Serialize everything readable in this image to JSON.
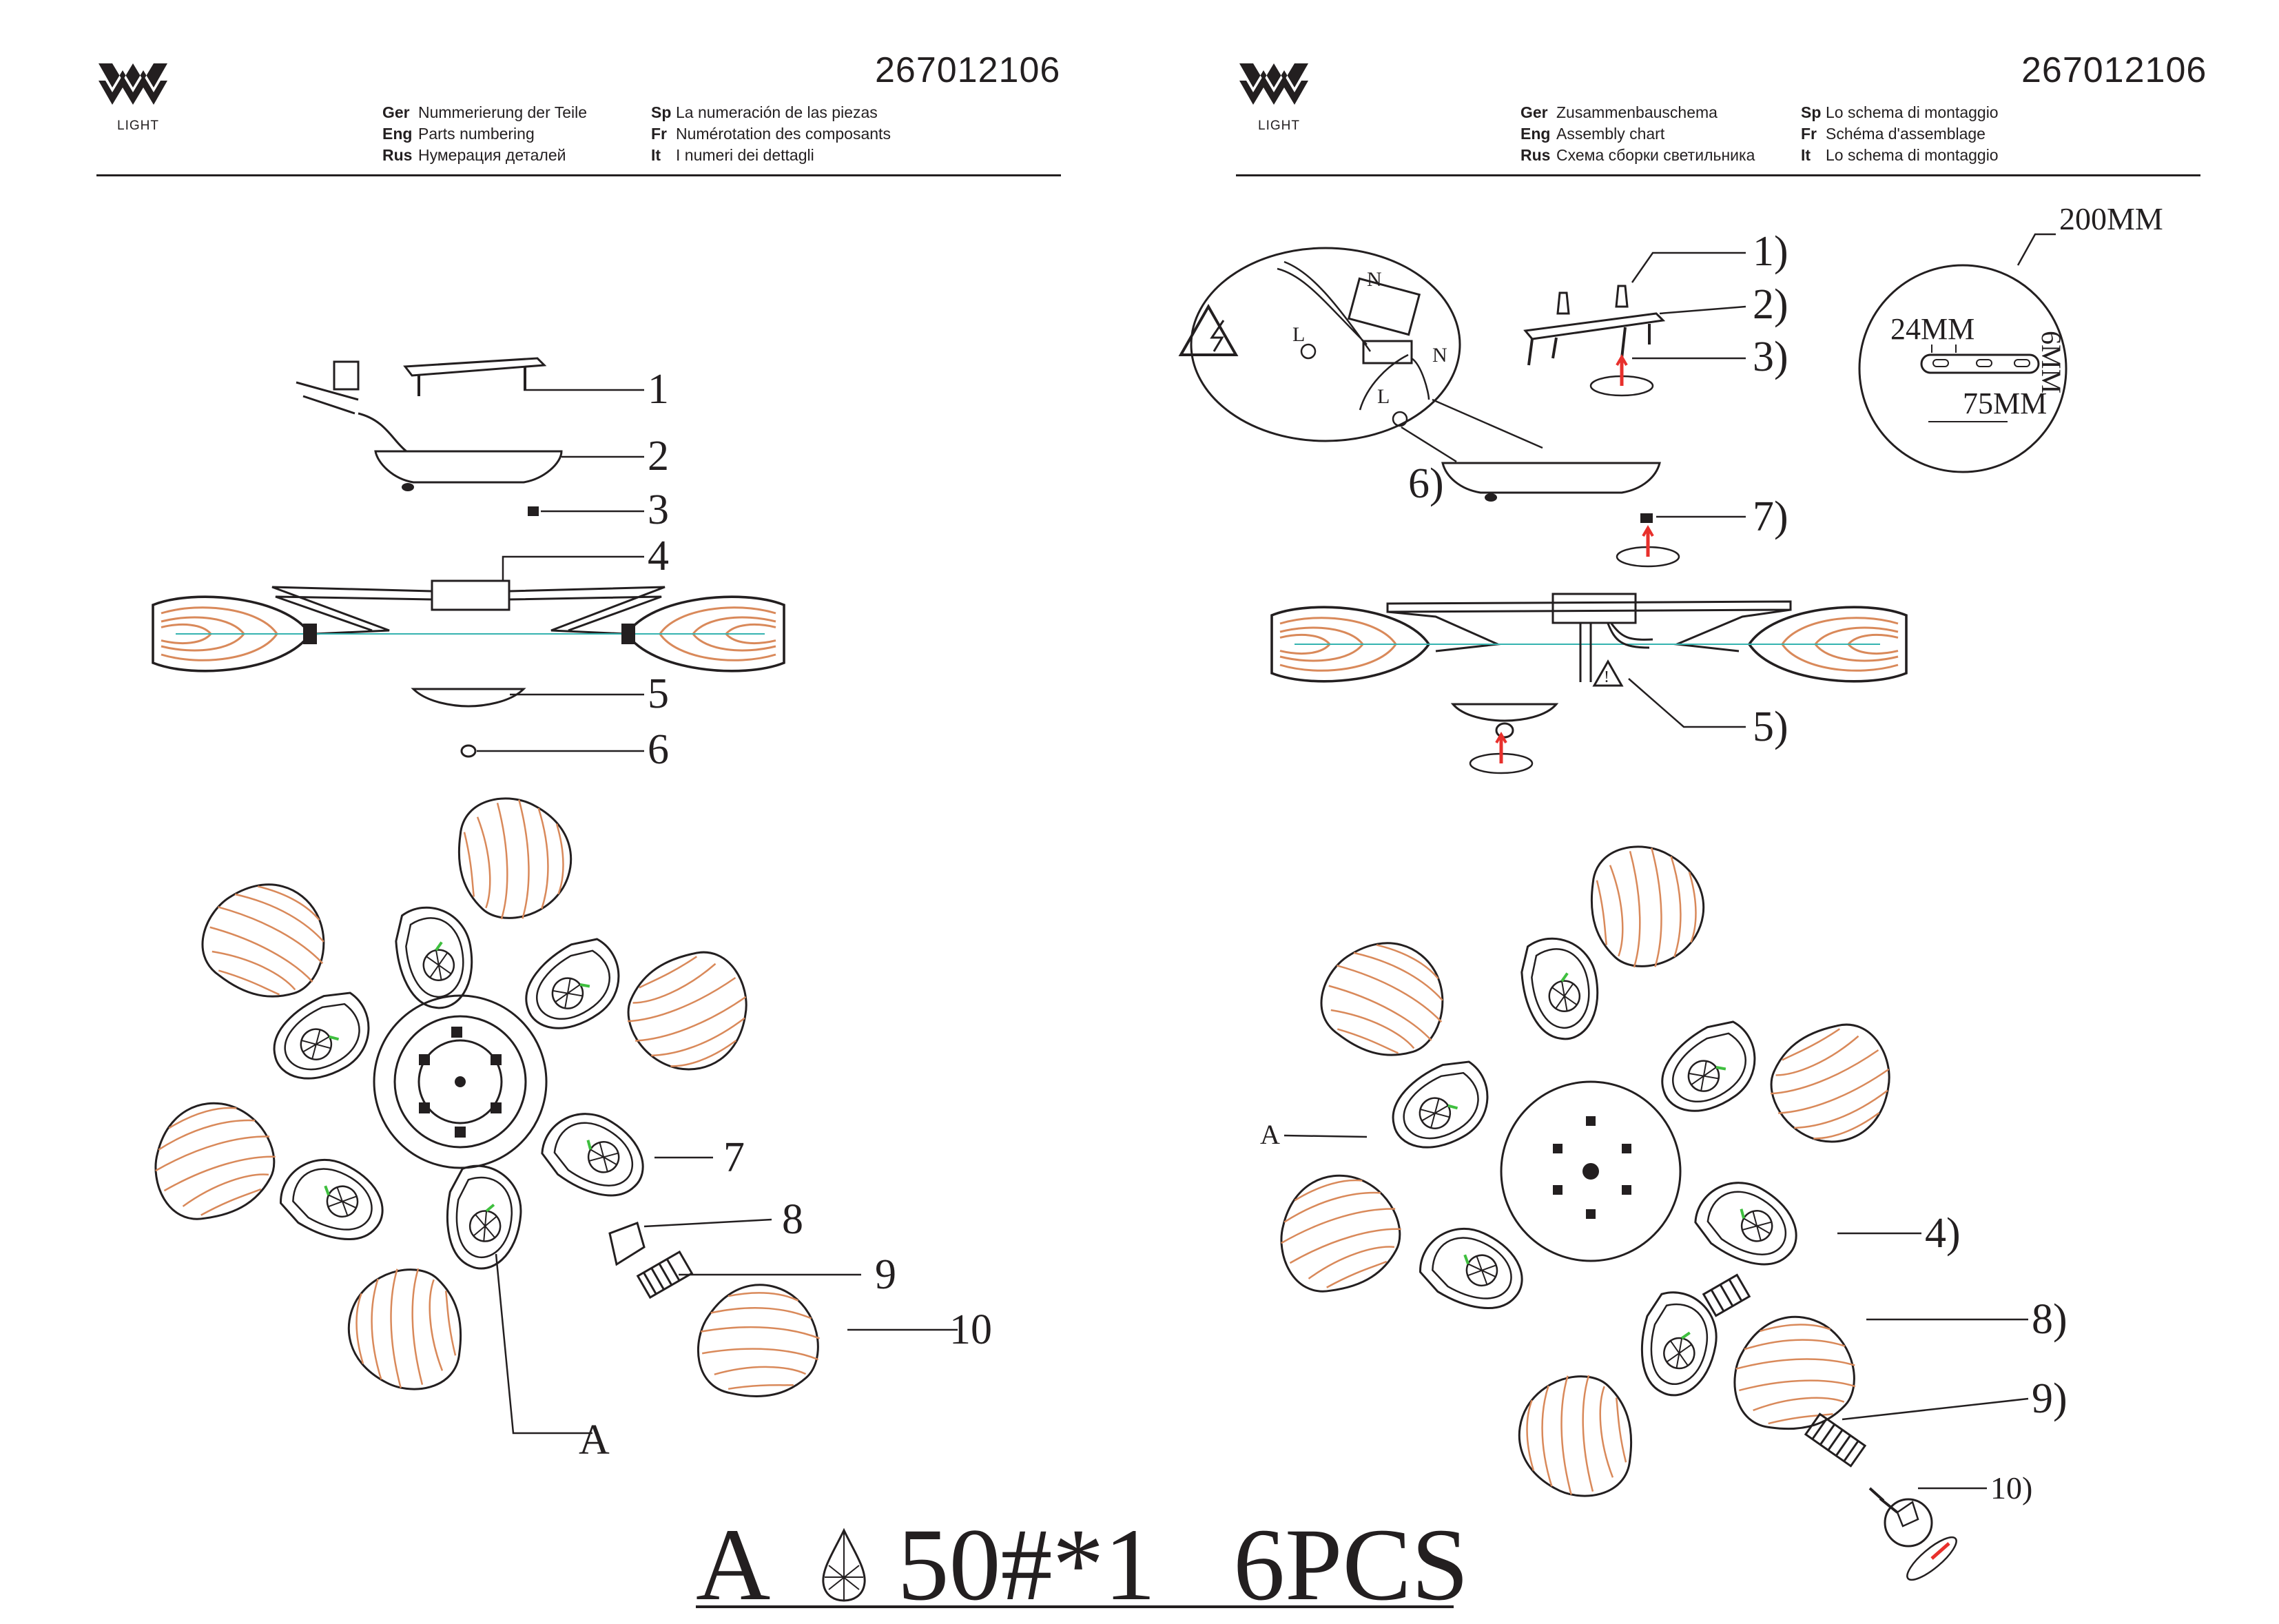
{
  "brand": {
    "logo_text": "LIGHT"
  },
  "left_page": {
    "article_code": "267012106",
    "languages": [
      {
        "code": "Ger",
        "text": "Nummerierung der Teile"
      },
      {
        "code": "Eng",
        "text": "Parts numbering"
      },
      {
        "code": "Rus",
        "text": "Нумерация деталей"
      },
      {
        "code": "Sp",
        "text": "La numeración de las piezas"
      },
      {
        "code": "Fr",
        "text": "Numérotation des composants"
      },
      {
        "code": "It",
        "text": "I numeri dei dettagli"
      }
    ],
    "part_labels": [
      "1",
      "2",
      "3",
      "4",
      "5",
      "6",
      "7",
      "8",
      "9",
      "10",
      "A"
    ]
  },
  "right_page": {
    "article_code": "267012106",
    "languages": [
      {
        "code": "Ger",
        "text": "Zusammenbauschema"
      },
      {
        "code": "Eng",
        "text": "Assembly chart"
      },
      {
        "code": "Rus",
        "text": "Схема сборки светильника"
      },
      {
        "code": "Sp",
        "text": "Lo schema di montaggio"
      },
      {
        "code": "Fr",
        "text": "Schéma d'assemblage"
      },
      {
        "code": "It",
        "text": "Lo schema di montaggio"
      }
    ],
    "step_labels": [
      "1)",
      "2)",
      "3)",
      "6)",
      "7)",
      "5)",
      "4)",
      "8)",
      "9)",
      "10)",
      "A"
    ],
    "wiring_labels": {
      "neutral": "N",
      "live": "L"
    },
    "dimensions": {
      "diameter": "200MM",
      "hole_spacing": "24MM",
      "bar_length": "75MM",
      "bar_width": "6MM"
    }
  },
  "footer": {
    "marker": "A",
    "spec": "50#*1",
    "quantity": "6PCS"
  },
  "colors": {
    "line": "#231f20",
    "shade": "#d9895a",
    "axis": "#35b3b0",
    "leaf": "#3fbf3f",
    "arrow": "#e8302c"
  }
}
